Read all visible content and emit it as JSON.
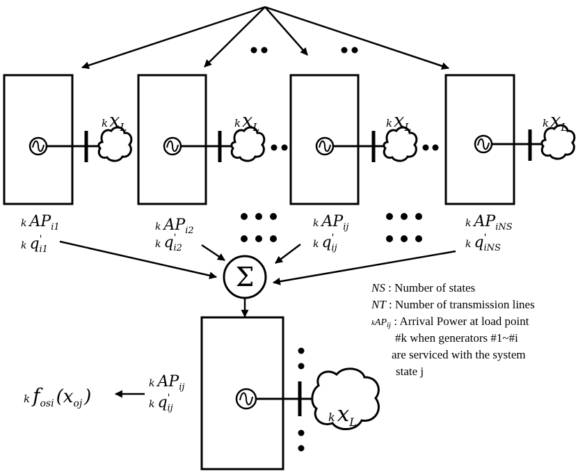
{
  "colors": {
    "stroke": "#000000",
    "fill": "#ffffff"
  },
  "upper_units": [
    {
      "ap": {
        "pre": "k",
        "main": "AP",
        "sub": "i1"
      },
      "q": {
        "pre": "k",
        "main": "q",
        "sup": "'",
        "sub": "i1"
      },
      "load": {
        "pre": "k",
        "main": "x",
        "sub": "L"
      }
    },
    {
      "ap": {
        "pre": "k",
        "main": "AP",
        "sub": "i2"
      },
      "q": {
        "pre": "k",
        "main": "q",
        "sup": "'",
        "sub": "i2"
      },
      "load": {
        "pre": "k",
        "main": "x",
        "sub": "L"
      }
    },
    {
      "ap": {
        "pre": "k",
        "main": "AP",
        "sub": "ij"
      },
      "q": {
        "pre": "k",
        "main": "q",
        "sup": "'",
        "sub": "ij"
      },
      "load": {
        "pre": "k",
        "main": "x",
        "sub": "L"
      }
    },
    {
      "ap": {
        "pre": "k",
        "main": "AP",
        "sub": "iNS"
      },
      "q": {
        "pre": "k",
        "main": "q",
        "sup": "'",
        "sub": "iNS"
      },
      "load": {
        "pre": "k",
        "main": "x",
        "sub": "L"
      }
    }
  ],
  "sum_symbol": "Σ",
  "lower_unit": {
    "ap": {
      "pre": "k",
      "main": "AP",
      "sub": "ij"
    },
    "q": {
      "pre": "k",
      "main": "q",
      "sup": "'",
      "sub": "ij"
    },
    "load": {
      "pre": "k",
      "main": "x",
      "sub": "L"
    }
  },
  "output": {
    "pre": "k",
    "main": "f",
    "sub": "osi",
    "arg_open": "(",
    "arg": "x",
    "arg_sub": "oj",
    "arg_close": ")"
  },
  "legend": [
    {
      "sym": "NS",
      "sep": " : ",
      "text": "Number of states"
    },
    {
      "sym": "NT",
      "sep": " : ",
      "text": "Number of transmission lines"
    },
    {
      "sym_pre": "k",
      "sym": "AP",
      "sym_sub": "ij",
      "sep": " : ",
      "text": "Arrival Power at load point"
    },
    {
      "text": "#k when generators #1~#i"
    },
    {
      "text": "are serviced with the system"
    },
    {
      "text": "state j"
    }
  ]
}
